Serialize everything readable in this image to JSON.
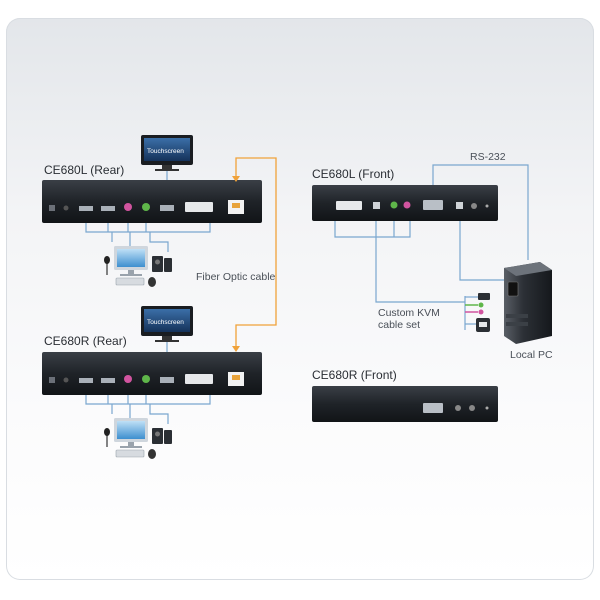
{
  "diagram": {
    "units": {
      "l_rear": "CE680L (Rear)",
      "r_rear": "CE680R (Rear)",
      "l_front": "CE680L (Front)",
      "r_front": "CE680R (Front)"
    },
    "labels": {
      "touchscreen": "Touchscreen",
      "fiber": "Fiber Optic cable",
      "rs232": "RS-232",
      "kvm_line1": "Custom KVM",
      "kvm_line2": "cable set",
      "local_pc": "Local PC"
    },
    "colors": {
      "fiber": "#f0a23a",
      "cable": "#7aa7cf",
      "unit_body": "#1f2328"
    }
  }
}
